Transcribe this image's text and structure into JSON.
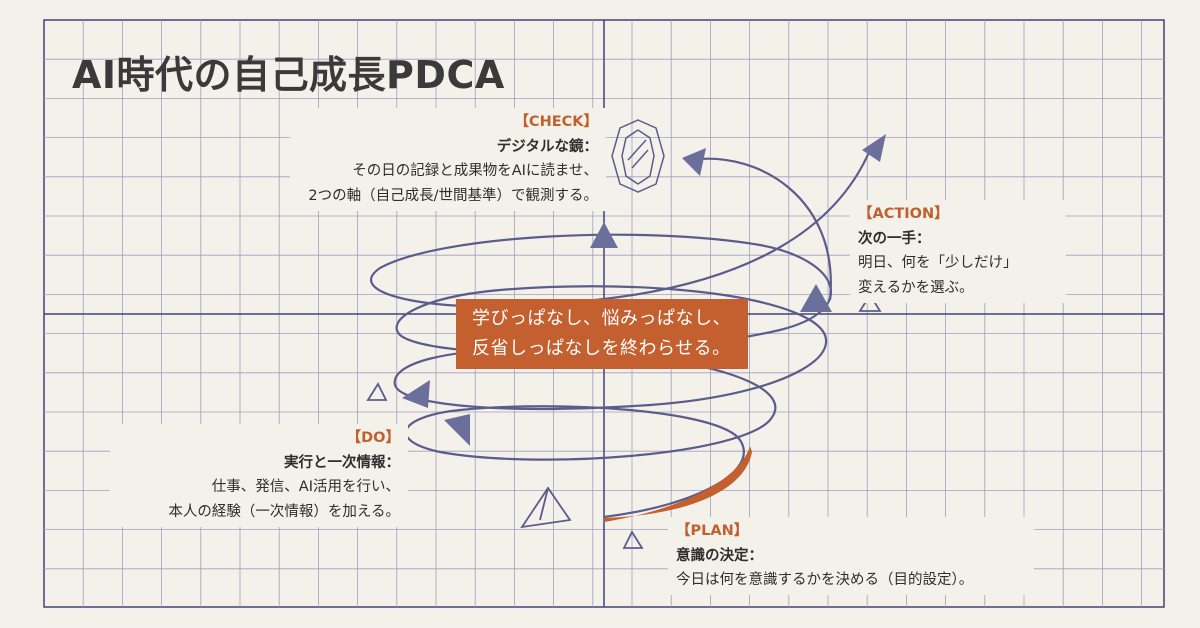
{
  "title": "AI時代の自己成長PDCA",
  "center_message": {
    "line1": "学びっぱなし、悩みっぱなし、",
    "line2": "反省しっぱなしを終わらせる。"
  },
  "check": {
    "heading": "【CHECK】",
    "subtitle": "デジタルな鏡：",
    "line1": "その日の記録と成果物をAIに読ませ、",
    "line2": "2つの軸（自己成長/世間基準）で観測する。"
  },
  "action": {
    "heading": "【ACTION】",
    "subtitle": "次の一手：",
    "line1": "明日、何を「少しだけ」",
    "line2": "変えるかを選ぶ。"
  },
  "do": {
    "heading": "【DO】",
    "subtitle": "実行と一次情報：",
    "line1": "仕事、発信、AI活用を行い、",
    "line2": "本人の経験（一次情報）を加える。"
  },
  "plan": {
    "heading": "【PLAN】",
    "subtitle": "意識の決定：",
    "line1": "今日は何を意識するかを決める（目的設定）。"
  },
  "colors": {
    "background": "#f4f1ea",
    "grid": "#9ea0c0",
    "axis": "#3e4278",
    "spiral": "#5a5d8c",
    "accent": "#c45f2f",
    "text": "#2e2e2e"
  }
}
